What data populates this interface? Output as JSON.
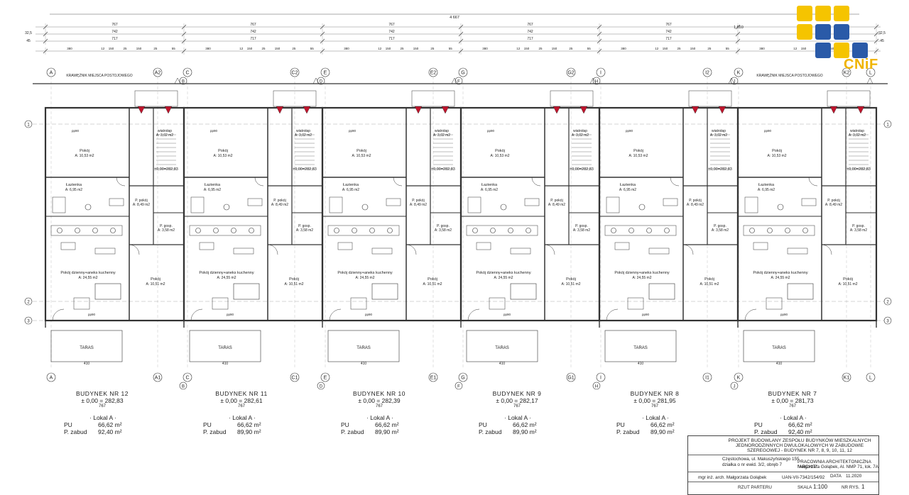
{
  "plan": {
    "overall_dim": "4 667",
    "right_dim": "1 559",
    "left_top_dims": [
      "32,5",
      "45"
    ],
    "right_top_dims": [
      "32,5",
      "45"
    ],
    "row1_dims": [
      "767",
      "767",
      "767",
      "767",
      "767"
    ],
    "row2_dims": [
      "742",
      "742",
      "742",
      "742",
      "742",
      "742"
    ],
    "row3_dims": [
      "717",
      "717",
      "717",
      "717",
      "717",
      "717"
    ],
    "row4_dims": [
      "380",
      "12",
      "150",
      "25",
      "150",
      "25",
      "55"
    ],
    "grid_letters_top": [
      "A",
      "A2",
      "C",
      "C2",
      "E",
      "E2",
      "G",
      "G2",
      "I",
      "I2",
      "K",
      "K2",
      "L"
    ],
    "grid_letters_bottom": [
      "A",
      "A1",
      "C",
      "C1",
      "E",
      "E1",
      "G",
      "G1",
      "I",
      "I1",
      "K",
      "K1",
      "L"
    ],
    "grid_letters_secondary": [
      "B",
      "D",
      "F",
      "H",
      "J"
    ],
    "row_numbers": [
      "1",
      "2",
      "3"
    ],
    "parking_label": "KRAWĘŻNIK MIEJSCA POSTOJOWEGO",
    "terrace_label": "TARAS",
    "terrace_dim": "410",
    "rooms": {
      "pokoj_top_title": "Pokój",
      "pokoj_top_area": "A: 10,53 m2",
      "lazienka_title": "Łazienka",
      "lazienka_area": "A: 6,95 m2",
      "ppokoj_title": "P. pokój",
      "ppokoj_area": "A: 8,49 m2",
      "posp_title": "P. gosp.",
      "posp_area": "A: 3,58 m2",
      "wiatrolap_title": "wiatrołap",
      "wiatrolap_area": "A: 3,02 m2",
      "dzienny_title": "Pokój dzienny+aneks kuchenny",
      "dzienny_area": "A: 24,55 m2",
      "pokoj_bottom_title": "Pokój",
      "pokoj_bottom_area": "A: 10,51 m2",
      "level_tag": "±0,00=282,83",
      "pp_tag": "pp90"
    }
  },
  "buildings": [
    {
      "name": "BUDYNEK NR 12",
      "level": "± 0,00 = 282,83",
      "dim": "767",
      "lokal": "Lokal A",
      "pu_label": "PU",
      "pu_val": "66,62 m²",
      "pz_label": "P. zabud",
      "pz_val": "92,40 m²"
    },
    {
      "name": "BUDYNEK NR 11",
      "level": "± 0,00 = 282,61",
      "dim": "767",
      "lokal": "Lokal A",
      "pu_label": "PU",
      "pu_val": "66,62 m²",
      "pz_label": "P. zabud",
      "pz_val": "89,90 m²"
    },
    {
      "name": "BUDYNEK NR 10",
      "level": "± 0,00 = 282,39",
      "dim": "767",
      "lokal": "Lokal A",
      "pu_label": "PU",
      "pu_val": "66,62 m²",
      "pz_label": "P. zabud",
      "pz_val": "89,90 m²"
    },
    {
      "name": "BUDYNEK NR 9",
      "level": "± 0,00 = 282,17",
      "dim": "767",
      "lokal": "Lokal A",
      "pu_label": "PU",
      "pu_val": "66,62 m²",
      "pz_label": "P. zabud",
      "pz_val": "89,90 m²"
    },
    {
      "name": "BUDYNEK NR 8",
      "level": "± 0,00 = 281,95",
      "dim": "767",
      "lokal": "Lokal A",
      "pu_label": "PU",
      "pu_val": "66,62 m²",
      "pz_label": "P. zabud",
      "pz_val": "89,90 m²"
    },
    {
      "name": "BUDYNEK NR 7",
      "level": "± 0,00 = 281,73",
      "dim": "767",
      "lokal": "Lokal A",
      "pu_label": "PU",
      "pu_val": "66,62 m²",
      "pz_label": "P. zabud",
      "pz_val": "92,40 m²"
    }
  ],
  "logo": {
    "text": "CNiF",
    "colors": [
      "#f5c400",
      "#f5c400",
      "#f5c400",
      "#f5c400",
      "#2a5aa8",
      "#2a5aa8",
      "#2a5aa8",
      "#f5c400",
      "#2a5aa8"
    ]
  },
  "title_block": {
    "project": "PROJEKT BUDOWLANY ZESPOŁU BUDYNKÓW MIESZKALNYCH JEDNORODZINNYCH DWULOKALOWYCH W ZABUDOWIE SZEREGOWEJ - BUDYNEK NR 7, 8, 9, 10, 11, 12",
    "address": "Częstochowa, ul. Makuszyńskiego 155",
    "plot": "działka o nr ewid. 3/2, obręb 7",
    "studio": "PRACOWNIA ARCHITEKTONICZNA \"ARCHIT\"",
    "studio_owner": "Małgorzata Gołąbek, Al. NMP 71, lok. 7A",
    "designer": "mgr inż. arch. Małgorzata Gołąbek",
    "license": "UAN-VII-7342/154/92",
    "drawing": "RZUT PARTERU",
    "scale_label": "SKALA",
    "scale": "1:100",
    "date_label": "DATA",
    "date": "11.2020",
    "sheet_label": "NR RYS.",
    "sheet": "1"
  }
}
